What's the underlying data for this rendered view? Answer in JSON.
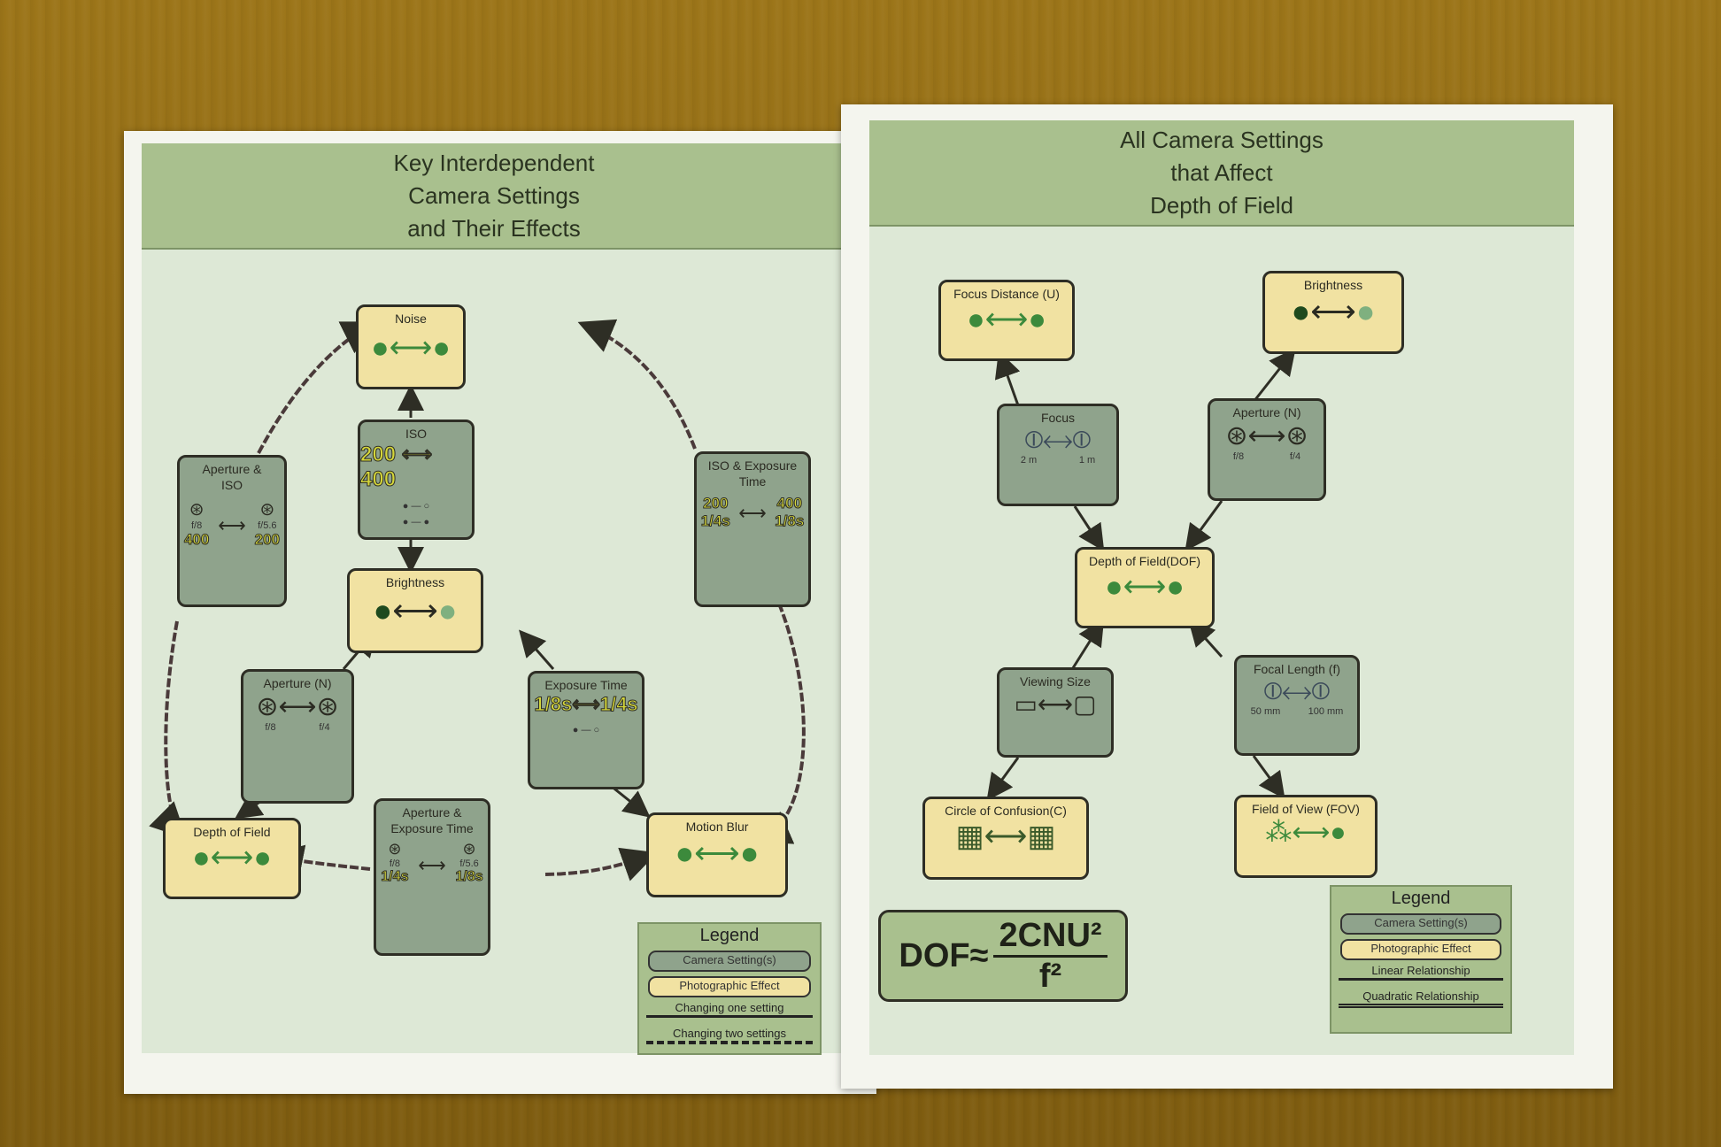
{
  "left_sheet": {
    "title_lines": [
      "Key Interdependent",
      "Camera Settings",
      "and Their Effects"
    ],
    "nodes": {
      "noise": "Noise",
      "iso": "ISO",
      "iso_values": "200 ⟷ 400",
      "aperture_iso": "Aperture & ISO",
      "aperture_iso_values": [
        "f/8",
        "f/5.6",
        "400",
        "200"
      ],
      "iso_exposure": "ISO & Exposure Time",
      "iso_exposure_values": [
        "200",
        "400",
        "1/4s",
        "1/8s"
      ],
      "brightness": "Brightness",
      "aperture": "Aperture (N)",
      "aperture_values": [
        "f/8",
        "f/4"
      ],
      "exposure_time": "Exposure Time",
      "exposure_values": "1/8s⟷1/4s",
      "depth_of_field": "Depth of Field",
      "aperture_exposure": "Aperture & Exposure Time",
      "aperture_exposure_values": [
        "f/8",
        "f/5.6",
        "1/4s",
        "1/8s"
      ],
      "motion_blur": "Motion Blur"
    },
    "legend": {
      "title": "Legend",
      "setting": "Camera Setting(s)",
      "effect": "Photographic Effect",
      "one": "Changing one setting",
      "two": "Changing two settings"
    }
  },
  "right_sheet": {
    "title_lines": [
      "All Camera Settings",
      "that Affect",
      "Depth of Field"
    ],
    "nodes": {
      "focus_distance": "Focus Distance (U)",
      "brightness": "Brightness",
      "focus": "Focus",
      "focus_values": [
        "2 m",
        "1 m"
      ],
      "aperture": "Aperture (N)",
      "aperture_values": [
        "f/8",
        "f/4"
      ],
      "dof": "Depth of Field(DOF)",
      "viewing_size": "Viewing Size",
      "focal_length": "Focal Length (f)",
      "focal_values": [
        "50 mm",
        "100 mm"
      ],
      "coc": "Circle of Confusion(C)",
      "fov": "Field of View (FOV)"
    },
    "formula": {
      "lhs": "DOF≈",
      "numerator": "2CNU²",
      "denominator": "f²"
    },
    "legend": {
      "title": "Legend",
      "setting": "Camera Setting(s)",
      "effect": "Photographic Effect",
      "linear": "Linear Relationship",
      "quadratic": "Quadratic Relationship"
    }
  }
}
